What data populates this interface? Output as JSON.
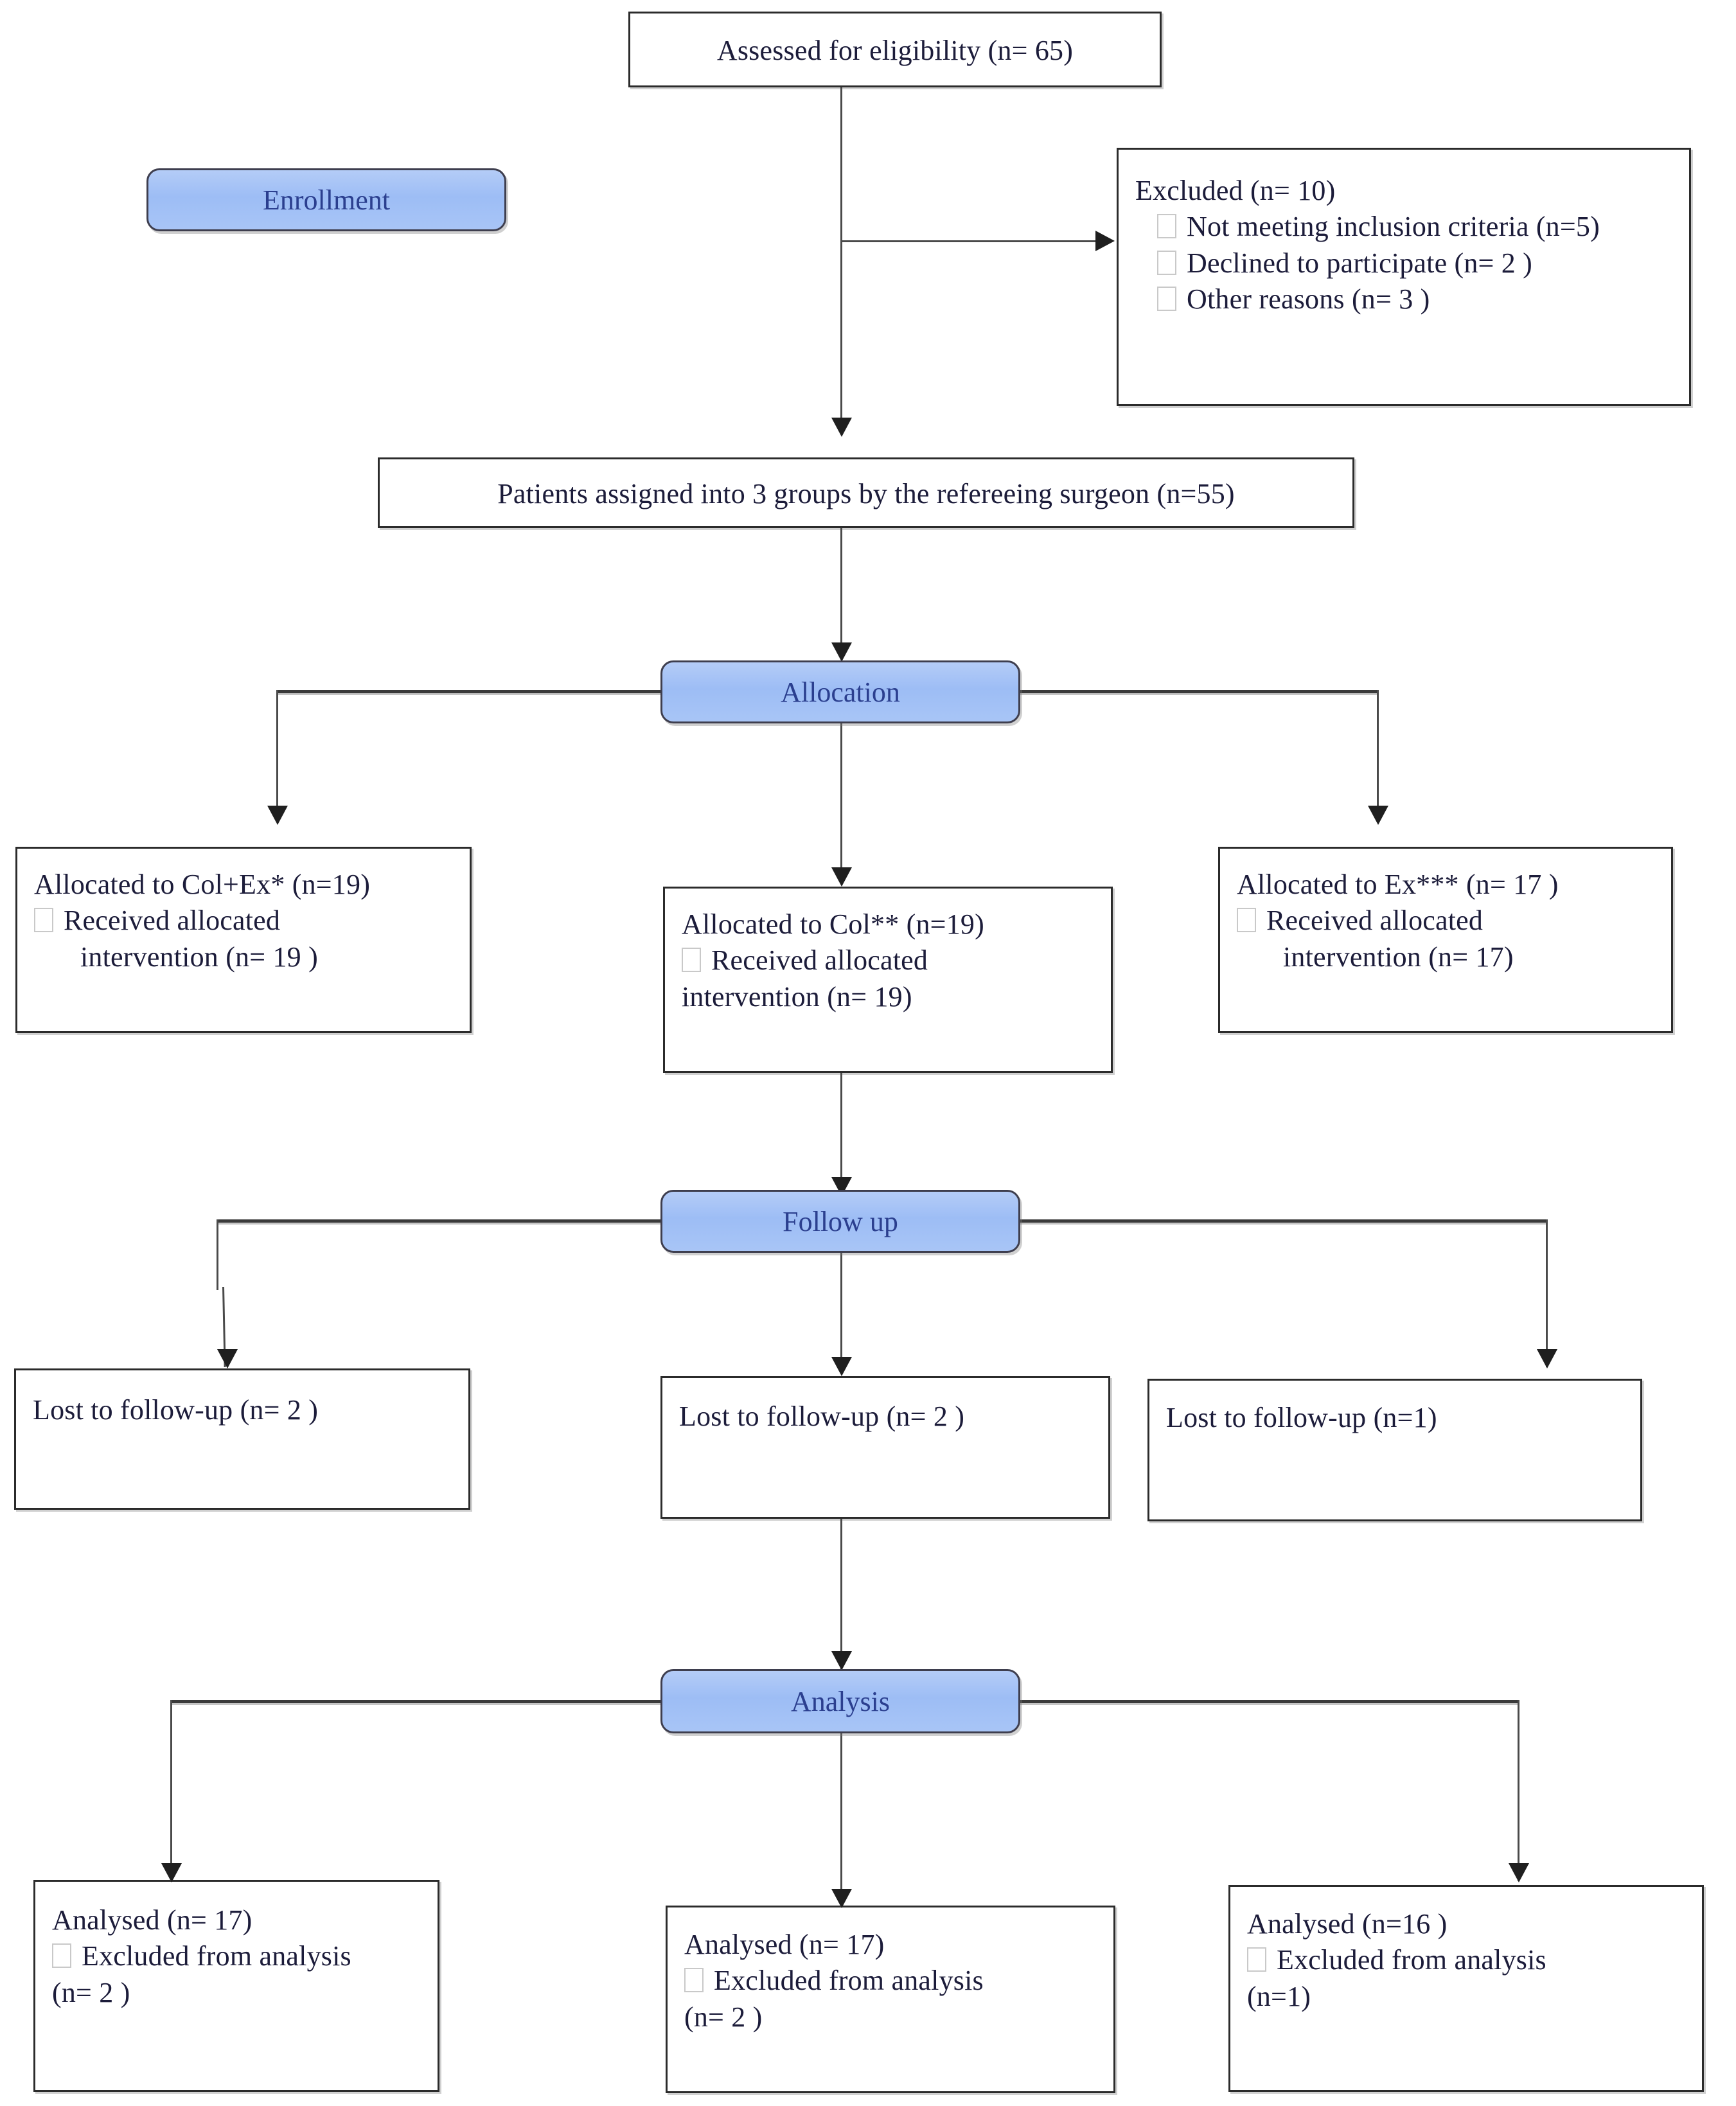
{
  "diagram": {
    "type": "consort-flow-diagram",
    "colors": {
      "stage_fill": "#a8c5f6",
      "stage_text": "#2b3f8f",
      "box_border": "#2b2b2b",
      "box_text": "#1c1c3a",
      "connector": "#4a4a4a"
    }
  },
  "stages": {
    "enrollment": "Enrollment",
    "allocation": "Allocation",
    "follow_up": "Follow up",
    "analysis": "Analysis"
  },
  "enrollment": {
    "assessed": "Assessed for eligibility (n= 65)",
    "excluded_title": "Excluded  (n= 10)",
    "excluded_reasons": [
      "Not meeting inclusion criteria (n=5)",
      "Declined to participate (n= 2 )",
      "Other reasons (n= 3 )"
    ],
    "assigned": "Patients  assigned into 3 groups by the refereeing surgeon (n=55)"
  },
  "allocation_groups": [
    {
      "title": "Allocated to Col+Ex* (n=19)",
      "bullet_line1": "Received allocated",
      "bullet_line2": "intervention (n= 19 )",
      "indent_line2": true
    },
    {
      "title": "Allocated to Col** (n=19)",
      "bullet_line1": "Received allocated",
      "bullet_line2": "intervention (n= 19)",
      "indent_line2": false
    },
    {
      "title": "Allocated to Ex*** (n= 17 )",
      "bullet_line1": "Received allocated",
      "bullet_line2": "intervention (n= 17)",
      "indent_line2": true
    }
  ],
  "follow_up_groups": [
    {
      "text": "Lost to follow-up  (n= 2 )"
    },
    {
      "text": "Lost to follow-up (n= 2 )"
    },
    {
      "text": "Lost to follow-up (n=1)"
    }
  ],
  "analysis_groups": [
    {
      "title": "Analysed (n= 17)",
      "bullet": "Excluded from analysis",
      "count": "(n= 2 )"
    },
    {
      "title": "Analysed (n= 17)",
      "bullet": "Excluded from analysis",
      "count": "(n= 2 )"
    },
    {
      "title": "Analysed  (n=16 )",
      "bullet": "Excluded from analysis",
      "count": "(n=1)"
    }
  ]
}
